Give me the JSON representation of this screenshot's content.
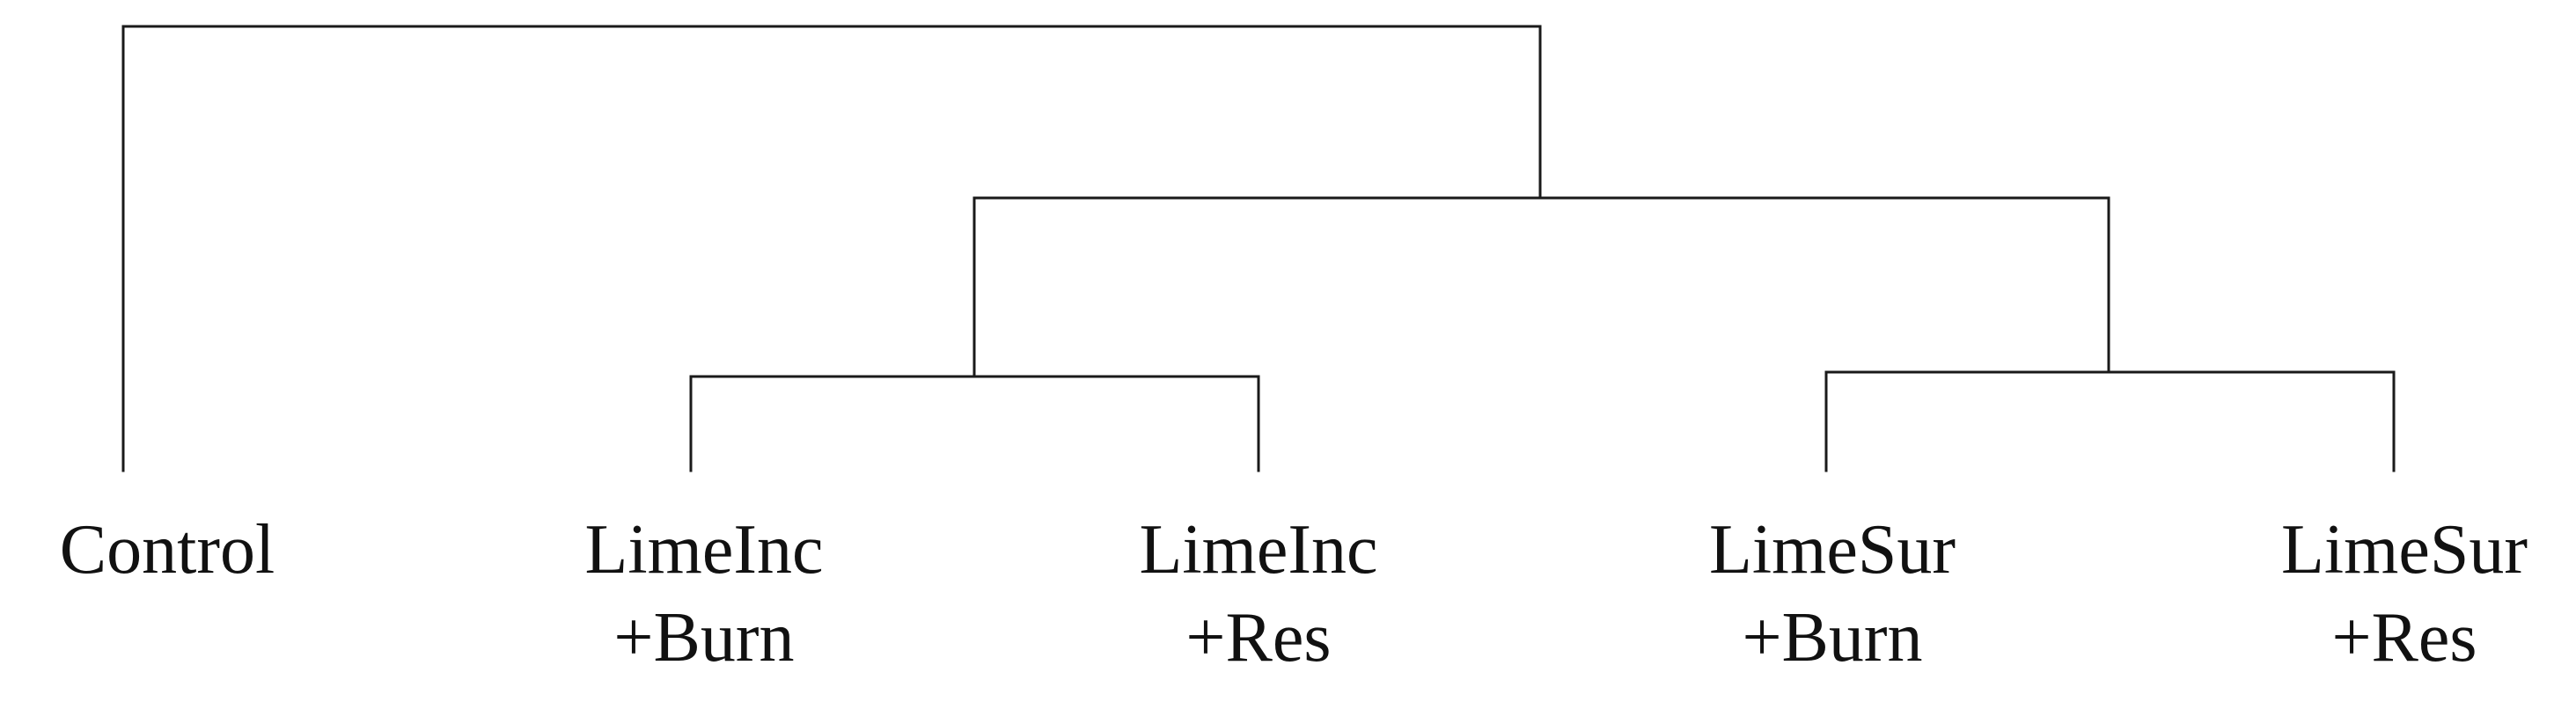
{
  "dendrogram": {
    "leaves": [
      {
        "id": "control",
        "line1": "Control",
        "line2": ""
      },
      {
        "id": "limeinc-burn",
        "line1": "LimeInc",
        "line2": "+Burn"
      },
      {
        "id": "limeinc-res",
        "line1": "LimeInc",
        "line2": "+Res"
      },
      {
        "id": "limesur-burn",
        "line1": "LimeSur",
        "line2": "+Burn"
      },
      {
        "id": "limesur-res",
        "line1": "LimeSur",
        "line2": "+Res"
      }
    ],
    "line_color": "#1a1a1a",
    "text_color": "#111111"
  }
}
